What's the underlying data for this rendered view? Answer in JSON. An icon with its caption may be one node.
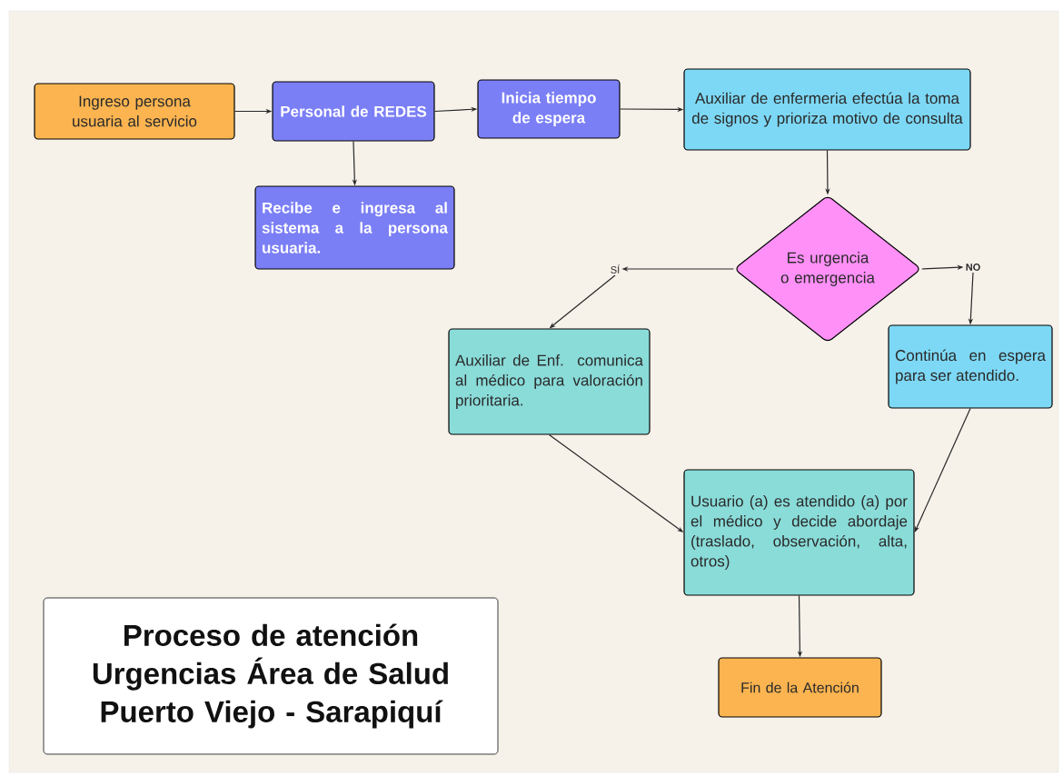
{
  "diagram": {
    "nodes": [
      {
        "text": [
          "Ingreso persona usuaria al servicio"
        ]
      },
      {
        "text": [
          "Personal de REDES"
        ]
      },
      {
        "text": [
          "Inicia tiempo de espera"
        ]
      },
      {
        "text": [
          "Auxiliar de enfermeria efectúa la toma de signos y prioriza motivo de consulta"
        ]
      },
      {
        "text": [
          "Recibe e ingresa al sistema a la persona usuaria."
        ]
      },
      {
        "text": [
          "Es urgencia o emergencia"
        ]
      },
      {
        "text": [
          "SÍ"
        ]
      },
      {
        "text": [
          "NO"
        ]
      },
      {
        "text": [
          "Auxiliar de Enf. comunica al médico para valoración prioritaria."
        ]
      },
      {
        "text": [
          "Continúa en espera para ser atendido."
        ]
      },
      {
        "text": [
          "Usuario (a) es atendido (a) por el médico y decide abordaje (traslado, observación, alta, otros)"
        ]
      },
      {
        "text": [
          "Fin de la Atención"
        ]
      },
      {
        "text": [
          "Proceso de atención Urgencias Área de Salud Puerto Viejo - Sarapiquí"
        ]
      }
    ],
    "edges": [
      {
        "from": 0,
        "to": 1,
        "arrow": "to"
      },
      {
        "from": 1,
        "to": 2,
        "arrow": "to"
      },
      {
        "from": 2,
        "to": 3,
        "arrow": "to"
      },
      {
        "from": 1,
        "to": 4,
        "arrow": "to"
      },
      {
        "from": 3,
        "to": 5,
        "arrow": "to"
      },
      {
        "from": 5,
        "to": 6,
        "arrow": "to"
      },
      {
        "from": 5,
        "to": 7,
        "arrow": "to"
      },
      {
        "from": 6,
        "to": 8,
        "arrow": "to"
      },
      {
        "from": 7,
        "to": 9,
        "arrow": "to"
      },
      {
        "from": 8,
        "to": 10,
        "arrow": "to"
      },
      {
        "from": 9,
        "to": 10,
        "arrow": "to"
      },
      {
        "from": 10,
        "to": 11,
        "arrow": "to"
      }
    ]
  }
}
